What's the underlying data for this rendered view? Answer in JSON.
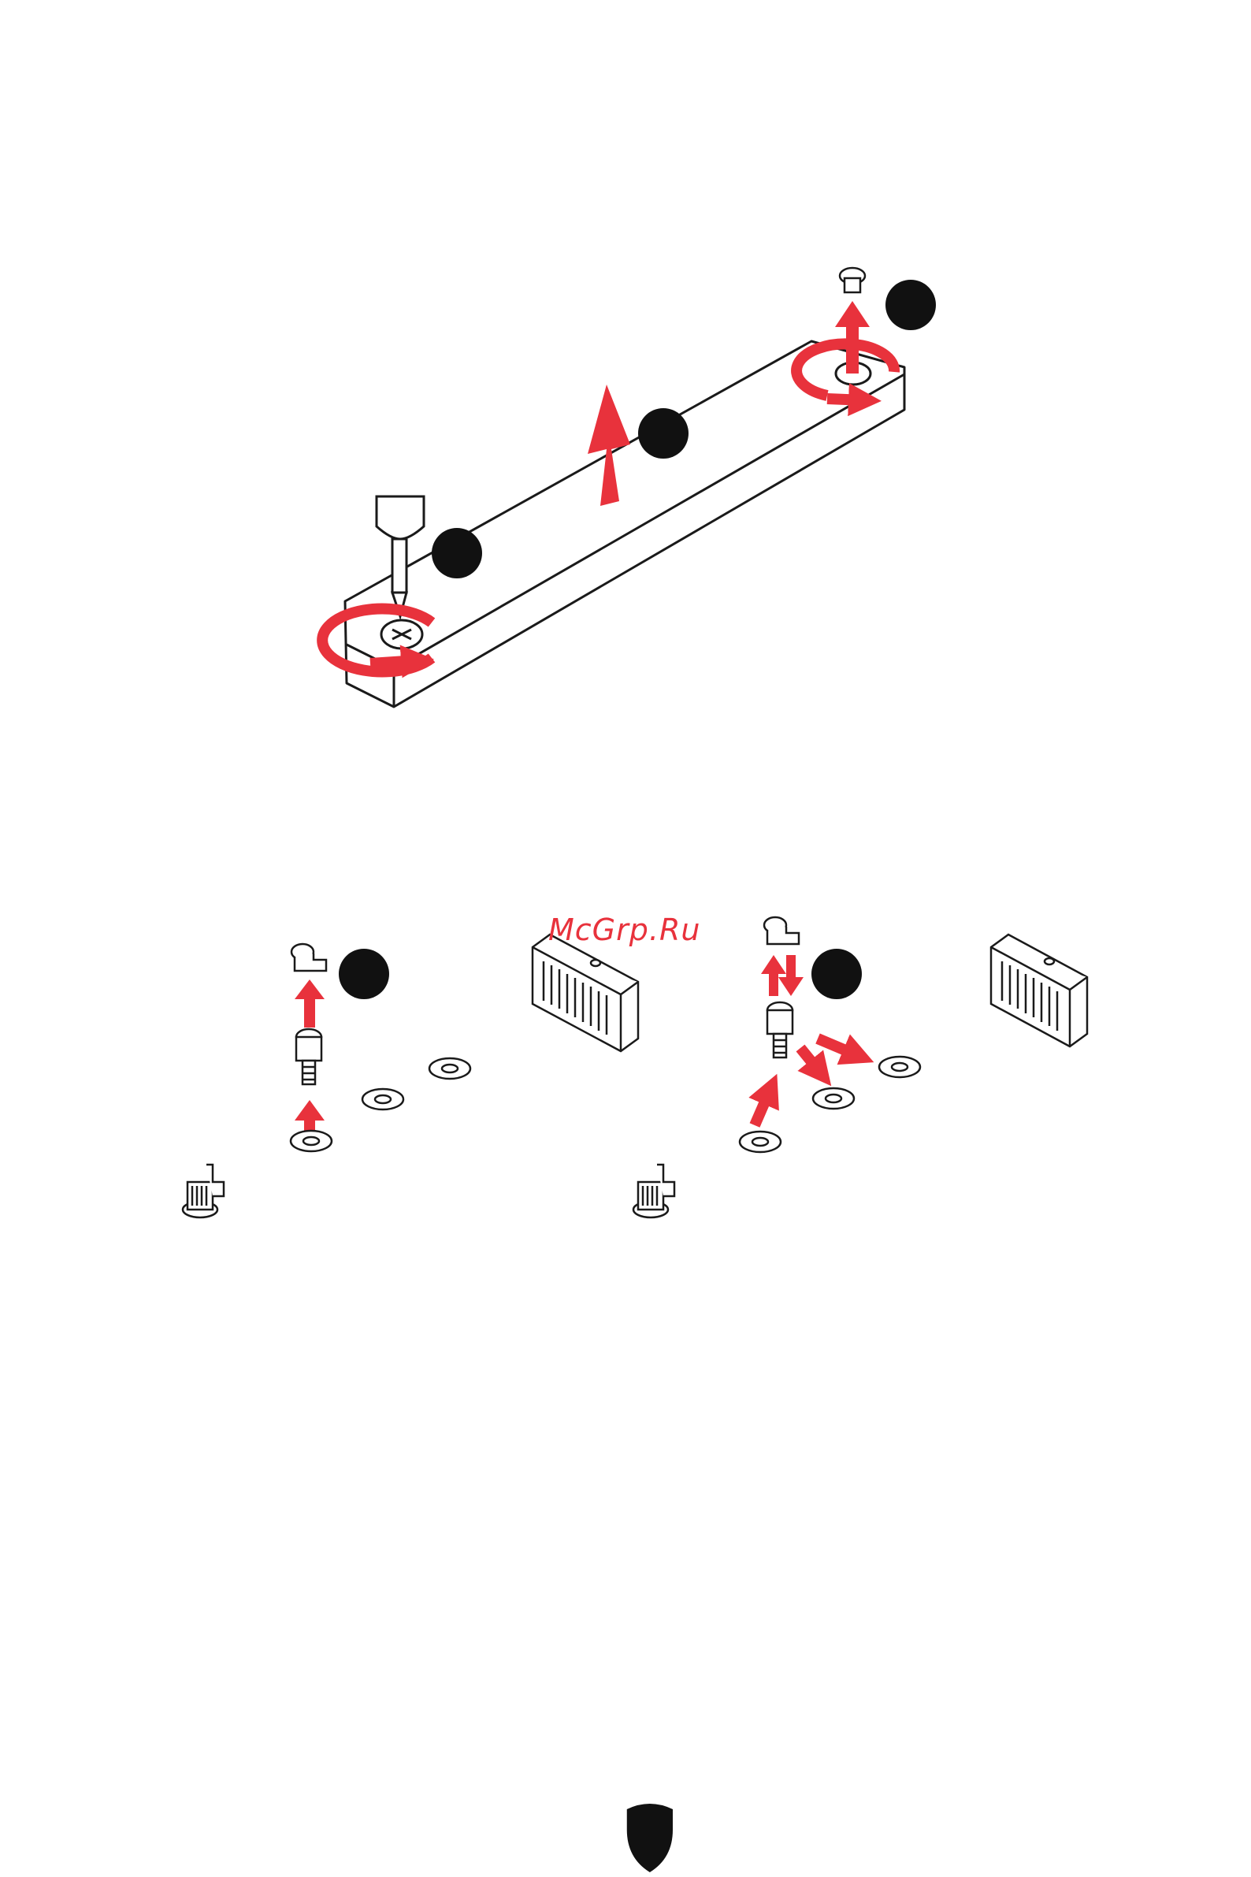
{
  "watermark": {
    "text": "McGrp.Ru"
  },
  "colors": {
    "accent": "#e8323c",
    "ink": "#1a1a1a",
    "marker": "#111111"
  },
  "figures": [
    {
      "name": "m2-heatsink-removal",
      "steps": [
        "step-marker-1",
        "step-marker-2",
        "step-marker-3"
      ]
    },
    {
      "name": "standoff-install-left",
      "steps": [
        "step-marker-4"
      ]
    },
    {
      "name": "standoff-relocate-right",
      "steps": [
        "step-marker-5"
      ]
    }
  ],
  "footer": {
    "icon": "msi-shield-logo"
  }
}
